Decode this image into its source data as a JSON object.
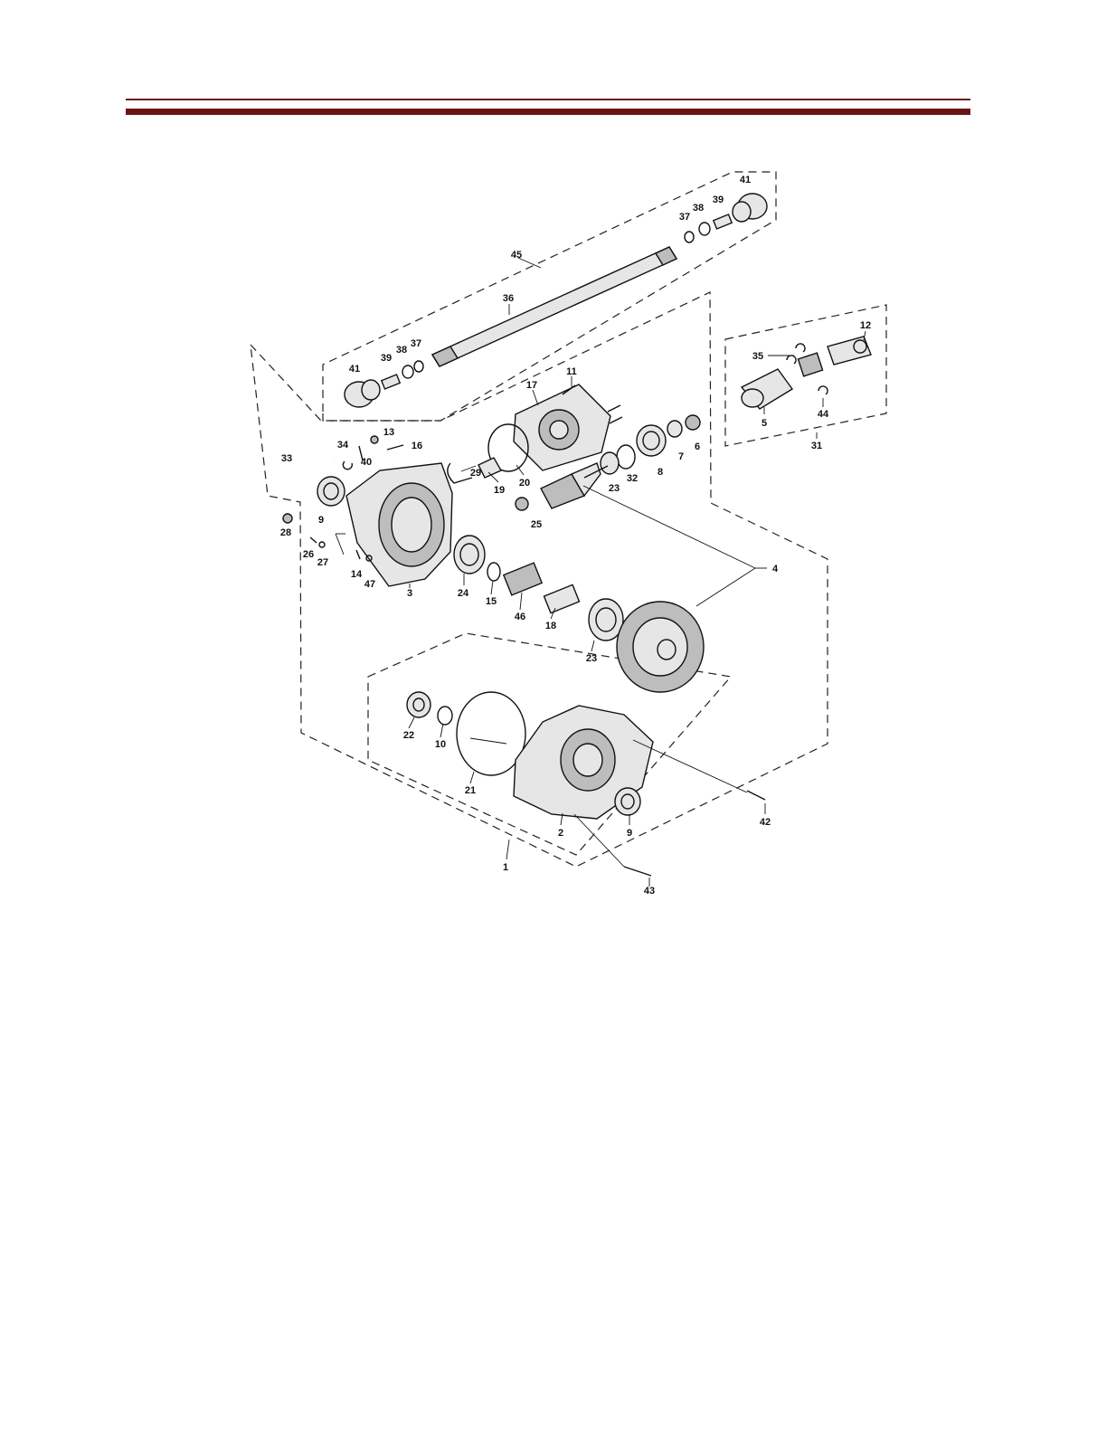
{
  "header": {
    "rule_color": "#6b1414"
  },
  "diagram": {
    "callouts": [
      {
        "id": "c41a",
        "text": "41"
      },
      {
        "id": "c39a",
        "text": "39"
      },
      {
        "id": "c38a",
        "text": "38"
      },
      {
        "id": "c37a",
        "text": "37"
      },
      {
        "id": "c41b",
        "text": "41"
      },
      {
        "id": "c39b",
        "text": "39"
      },
      {
        "id": "c38b",
        "text": "38"
      },
      {
        "id": "c37b",
        "text": "37"
      },
      {
        "id": "c45",
        "text": "45"
      },
      {
        "id": "c36",
        "text": "36"
      },
      {
        "id": "c12",
        "text": "12"
      },
      {
        "id": "c35",
        "text": "35"
      },
      {
        "id": "c5",
        "text": "5"
      },
      {
        "id": "c44",
        "text": "44"
      },
      {
        "id": "c31",
        "text": "31"
      },
      {
        "id": "c11",
        "text": "11"
      },
      {
        "id": "c17",
        "text": "17"
      },
      {
        "id": "c13",
        "text": "13"
      },
      {
        "id": "c16",
        "text": "16"
      },
      {
        "id": "c34",
        "text": "34"
      },
      {
        "id": "c40",
        "text": "40"
      },
      {
        "id": "c33",
        "text": "33"
      },
      {
        "id": "c9a",
        "text": "9"
      },
      {
        "id": "c28",
        "text": "28"
      },
      {
        "id": "c26",
        "text": "26"
      },
      {
        "id": "c27",
        "text": "27"
      },
      {
        "id": "c14",
        "text": "14"
      },
      {
        "id": "c47",
        "text": "47"
      },
      {
        "id": "c3",
        "text": "3"
      },
      {
        "id": "c29",
        "text": "29"
      },
      {
        "id": "c19",
        "text": "19"
      },
      {
        "id": "c20",
        "text": "20"
      },
      {
        "id": "c23a",
        "text": "23"
      },
      {
        "id": "c32",
        "text": "32"
      },
      {
        "id": "c8",
        "text": "8"
      },
      {
        "id": "c7",
        "text": "7"
      },
      {
        "id": "c6",
        "text": "6"
      },
      {
        "id": "c25",
        "text": "25"
      },
      {
        "id": "c24",
        "text": "24"
      },
      {
        "id": "c15",
        "text": "15"
      },
      {
        "id": "c46",
        "text": "46"
      },
      {
        "id": "c18",
        "text": "18"
      },
      {
        "id": "c23b",
        "text": "23"
      },
      {
        "id": "c4",
        "text": "4"
      },
      {
        "id": "c22",
        "text": "22"
      },
      {
        "id": "c10",
        "text": "10"
      },
      {
        "id": "c21",
        "text": "21"
      },
      {
        "id": "c2",
        "text": "2"
      },
      {
        "id": "c9b",
        "text": "9"
      },
      {
        "id": "c42",
        "text": "42"
      },
      {
        "id": "c1",
        "text": "1"
      },
      {
        "id": "c43",
        "text": "43"
      }
    ]
  }
}
